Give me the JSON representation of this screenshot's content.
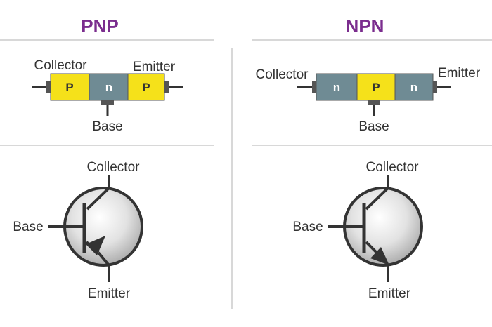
{
  "colors": {
    "heading": "#7b2d8e",
    "p_material": "#f5e11a",
    "n_material": "#6f8b94",
    "line": "#333333",
    "divider": "#cccccc",
    "symbol_fill": "#dcdcdc"
  },
  "pnp": {
    "title": "PNP",
    "block": {
      "collector_label": "Collector",
      "emitter_label": "Emitter",
      "base_label": "Base",
      "segments": [
        "P",
        "n",
        "P"
      ]
    },
    "symbol": {
      "collector_label": "Collector",
      "base_label": "Base",
      "emitter_label": "Emitter",
      "arrow_direction": "inward"
    }
  },
  "npn": {
    "title": "NPN",
    "block": {
      "collector_label": "Collector",
      "emitter_label": "Emitter",
      "base_label": "Base",
      "segments": [
        "n",
        "P",
        "n"
      ]
    },
    "symbol": {
      "collector_label": "Collector",
      "base_label": "Base",
      "emitter_label": "Emitter",
      "arrow_direction": "outward"
    }
  }
}
